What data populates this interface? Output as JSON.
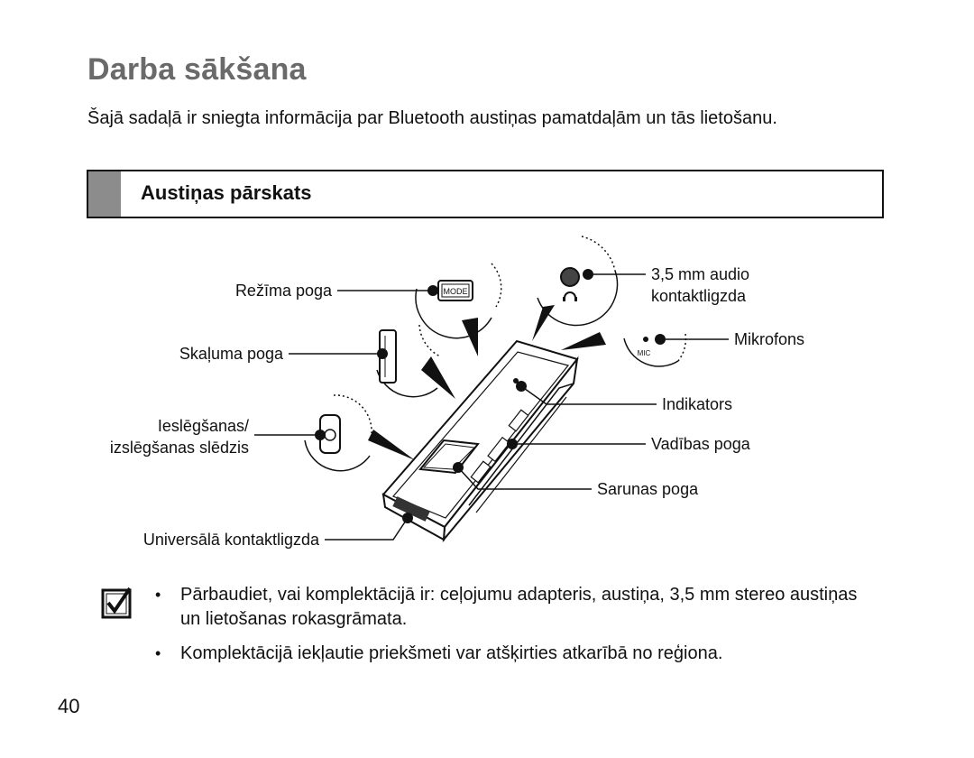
{
  "page": {
    "title": "Darba sākšana",
    "intro": "Šajā sadaļā ir sniegta informācija par Bluetooth austiņas pamatdaļām un tās lietošanu.",
    "section_title": "Austiņas pārskats",
    "page_number": "40"
  },
  "figure": {
    "labels": {
      "mode_button": "Režīma poga",
      "volume_button": "Skaļuma poga",
      "power_switch_line1": "Ieslēgšanas/",
      "power_switch_line2": "izslēgšanas slēdzis",
      "universal_jack": "Universālā kontaktligzda",
      "audio_jack_line1": "3,5 mm audio",
      "audio_jack_line2": "kontaktligzda",
      "microphone": "Mikrofons",
      "indicator": "Indikators",
      "control_button": "Vadības poga",
      "talk_button": "Sarunas poga"
    },
    "device_text": {
      "mode_key": "MODE",
      "mic_mark": "MIC"
    }
  },
  "notes": [
    "Pārbaudiet, vai komplektācijā ir: ceļojumu adapteris, austiņa, 3,5 mm stereo austiņas un lietošanas rokasgrāmata.",
    "Komplektācijā iekļautie priekšmeti var atšķirties atkarībā no reģiona."
  ],
  "bullet_char": "•"
}
